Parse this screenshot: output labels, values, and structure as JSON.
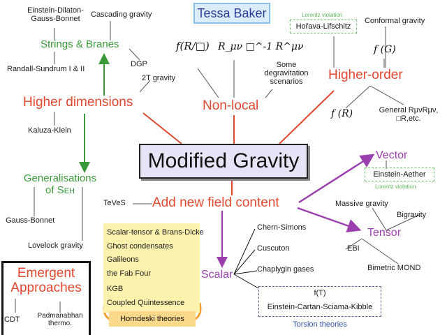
{
  "author": "Tessa Baker",
  "center": "Modified Gravity",
  "colors": {
    "branch_red": "#e0482f",
    "branch_green": "#3a9a3a",
    "branch_purple": "#9b3fae",
    "title_blue": "#2a3f9a",
    "scalar_panel": "#fcf2ae",
    "horndeski": "#fad98a",
    "center_fill": "#e7e4f7"
  },
  "higher_dimensions": {
    "label": "Higher dimensions",
    "children": [
      "Kaluza-Klein",
      "2T gravity"
    ],
    "strings_branes": {
      "label": "Strings & Branes",
      "children": [
        "Einstein-Dilaton-Gauss-Bonnet",
        "Cascading gravity",
        "Randall-Sundrum I & II",
        "DGP"
      ]
    },
    "generalisations": {
      "label_line1": "Generalisations",
      "label_line2": "of S",
      "subscript": "EH",
      "children": [
        "Gauss-Bonnet",
        "Lovelock gravity"
      ]
    }
  },
  "non_local": {
    "label": "Non-local",
    "children": [
      "f(R/□)",
      "R_μν □^-1 R^μν",
      "Some degravitation scenarios"
    ],
    "degravitation_lines": [
      "Some",
      "degravitation",
      "scenarios"
    ]
  },
  "higher_order": {
    "label": "Higher-order",
    "horava": "Hořava-Lifschitz",
    "horava_note": "Lorentz violation",
    "conformal": "Conformal gravity",
    "fG": "f (G)",
    "fR": "f (R)",
    "general_line1": "General RμνRμν,",
    "general_line2": "□R,etc."
  },
  "add_field": {
    "label": "Add new field content",
    "teves": "TeVeS",
    "vector": {
      "label": "Vector",
      "aether": "Einstein-Aether",
      "note": "Lorentz violation"
    },
    "tensor": {
      "label": "Tensor",
      "children": [
        "Massive gravity",
        "Bigravity",
        "EBI",
        "Bimetric MOND"
      ]
    },
    "scalar": {
      "label": "Scalar",
      "left": [
        "Scalar-tensor & Brans-Dicke",
        "Ghost condensates",
        "Galileons",
        "the Fab Four",
        "KGB",
        "Coupled Quintessence"
      ],
      "horndeski": "Horndeski theories",
      "right": [
        "Chern-Simons",
        "Cuscuton",
        "Chaplygin gases"
      ],
      "torsion": {
        "items": [
          "f(T)",
          "Einstein-Cartan-Sciama-Kibble"
        ],
        "label": "Torsion theories"
      }
    }
  },
  "emergent": {
    "label_line1": "Emergent",
    "label_line2": "Approaches",
    "children": [
      "CDT"
    ],
    "padmanabhan_line1": "Padmanabhan",
    "padmanabhan_line2": "thermo."
  }
}
